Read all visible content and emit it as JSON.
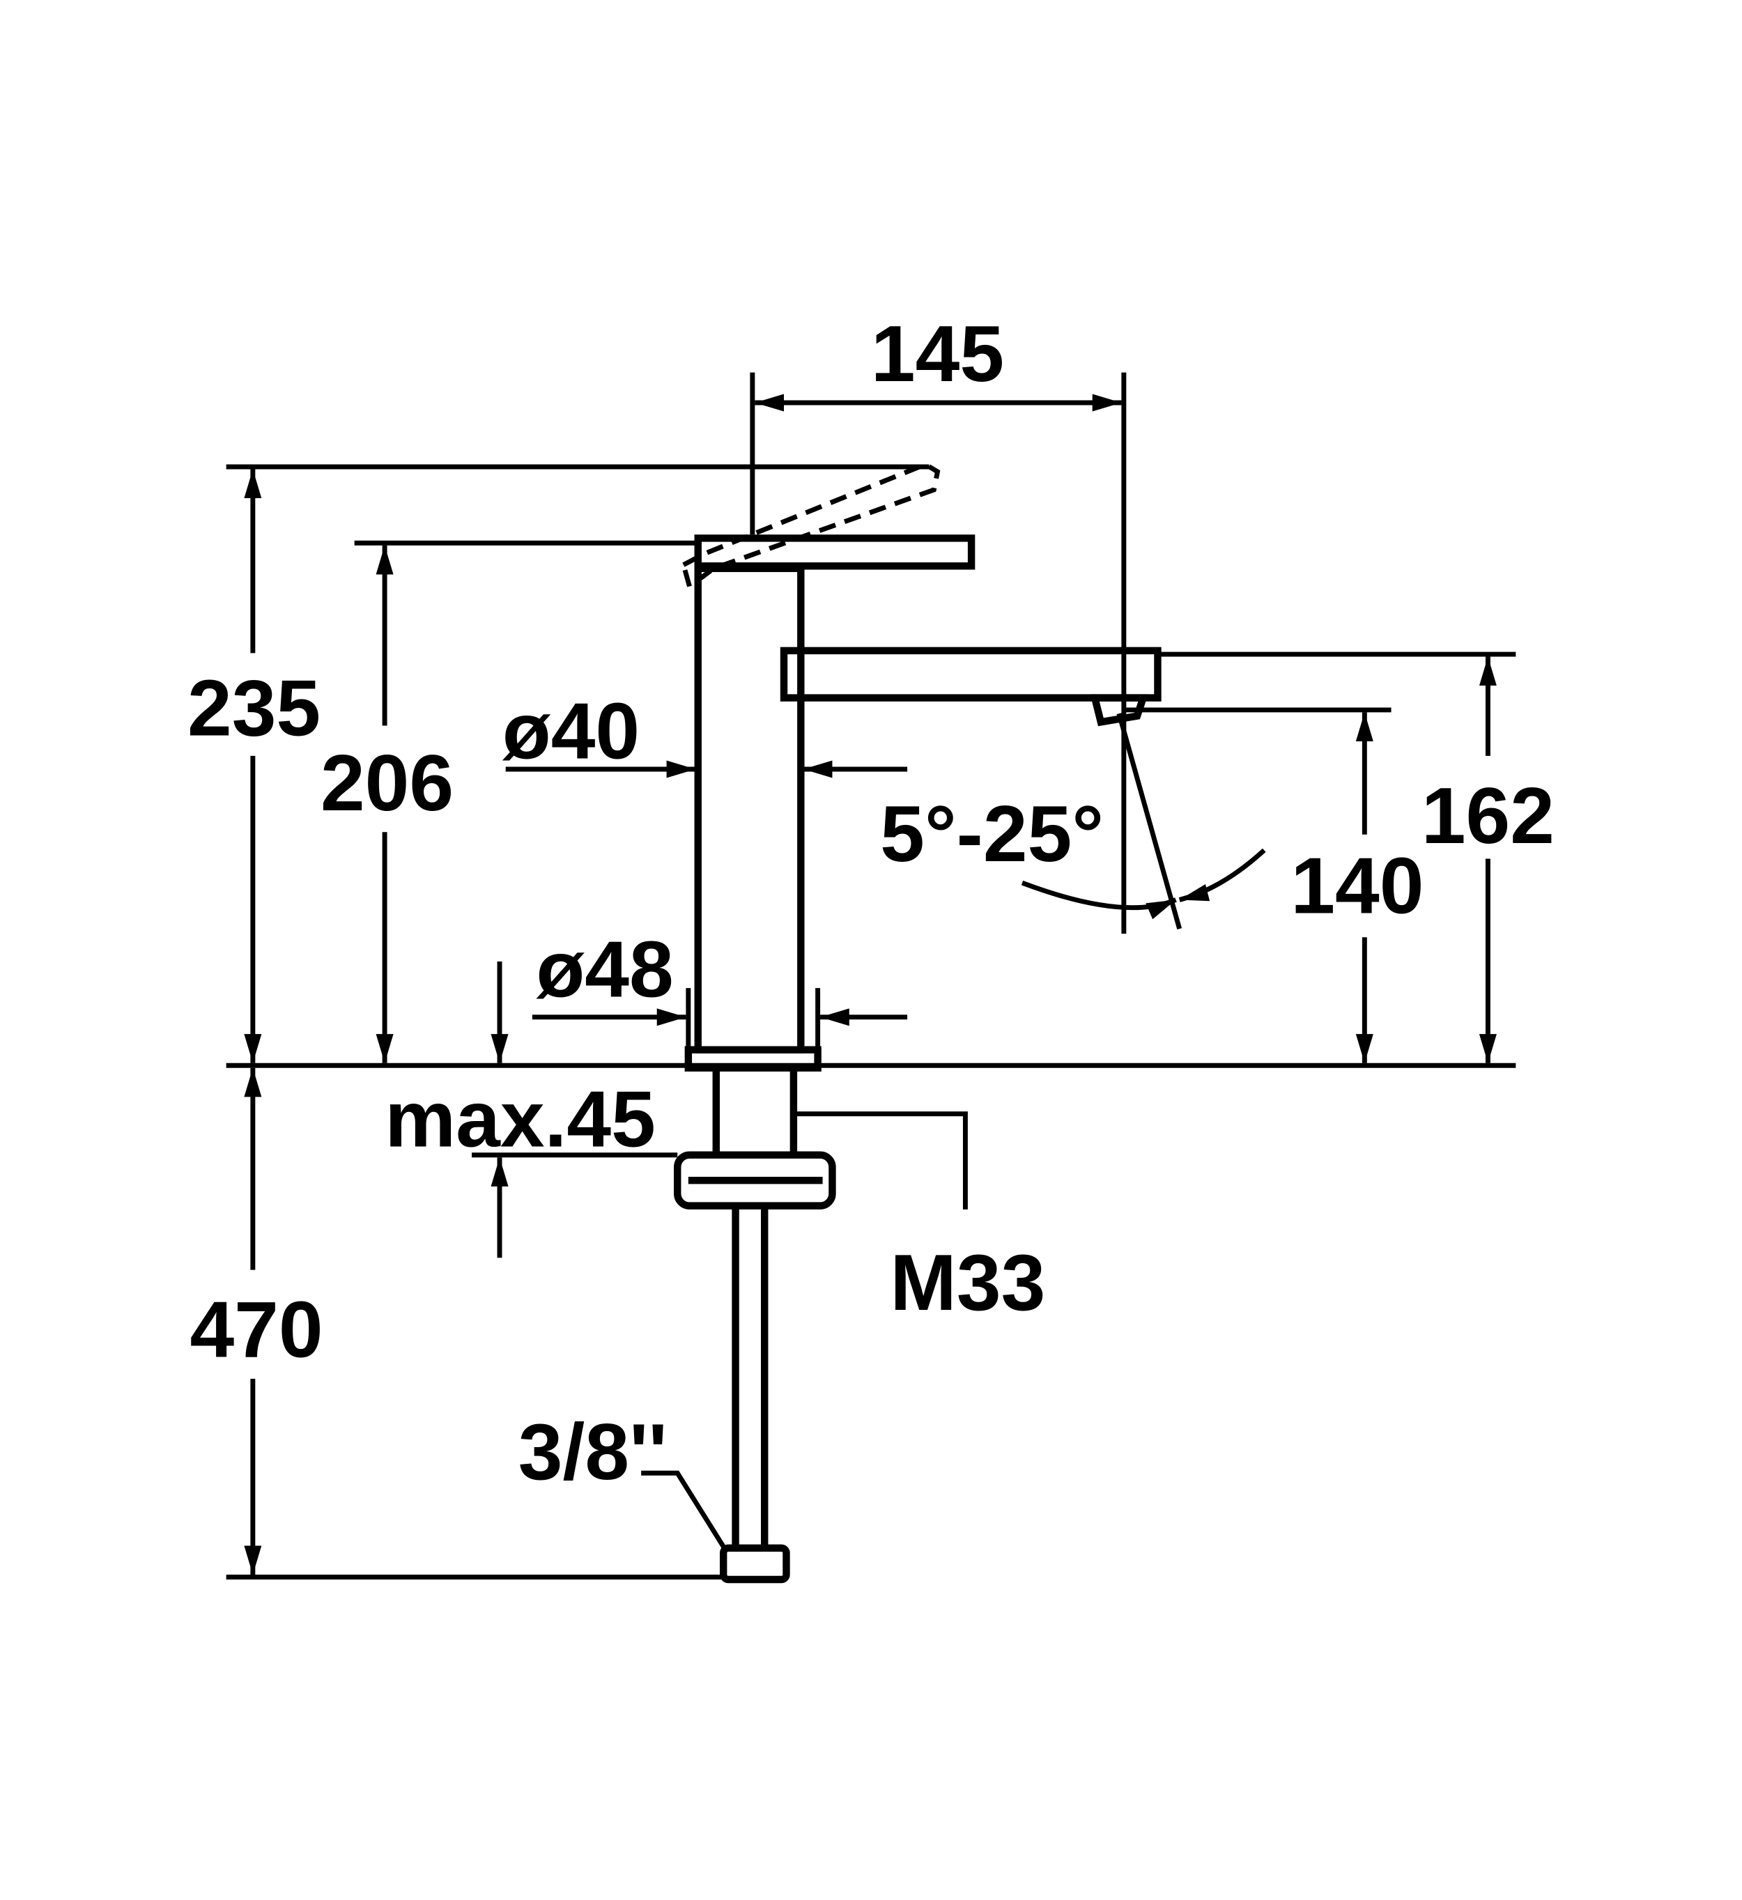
{
  "drawing": {
    "title": "Basin mixer dimension drawing",
    "dimensions": {
      "total_height": "235",
      "body_height": "206",
      "spout_height": "162",
      "outlet_height": "140",
      "projection": "145",
      "below_counter": "470",
      "body_diameter": "ø40",
      "base_diameter": "ø48",
      "max_counter_thickness": "max.45",
      "thread": "M33",
      "connection": "3/8''",
      "spray_angle": "5°-25°"
    },
    "line_color": "#000000",
    "background": "#ffffff"
  }
}
